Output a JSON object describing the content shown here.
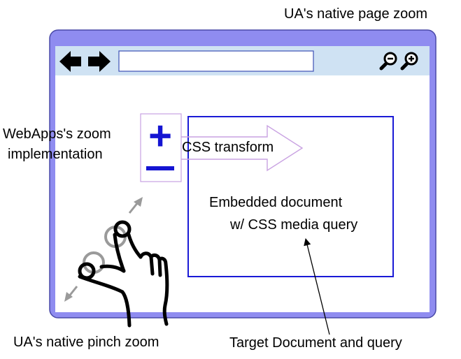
{
  "labels": {
    "page_zoom": "UA's native page zoom",
    "webapps_zoom_line1": "WebApps's zoom",
    "webapps_zoom_line2": "implementation",
    "css_transform": "CSS transform",
    "embedded_line1": "Embedded document",
    "embedded_line2": "w/ CSS media query",
    "pinch_zoom": "UA's native pinch zoom",
    "target": "Target Document and query"
  },
  "zoom_controls": {
    "plus_symbol": "+",
    "minus_symbol": "−"
  },
  "colors": {
    "window_frame": "#8f8cf0",
    "window_border": "#4a4aa8",
    "toolbar": "#cfe2f3",
    "address_border": "#3d4fb5",
    "embedded_border": "#1a1ad6",
    "zoom_symbols": "#1414d2",
    "zoom_box_border": "#c9a2e2",
    "arrow_outline": "#c9a2e2",
    "pinch_arrow": "#9a9a9a",
    "ink": "#000000"
  },
  "icons": {
    "back": "arrow-left-icon",
    "forward": "arrow-right-icon",
    "zoom_out": "magnifier-minus-icon",
    "zoom_in": "magnifier-plus-icon",
    "hand": "pinch-hand-icon"
  }
}
